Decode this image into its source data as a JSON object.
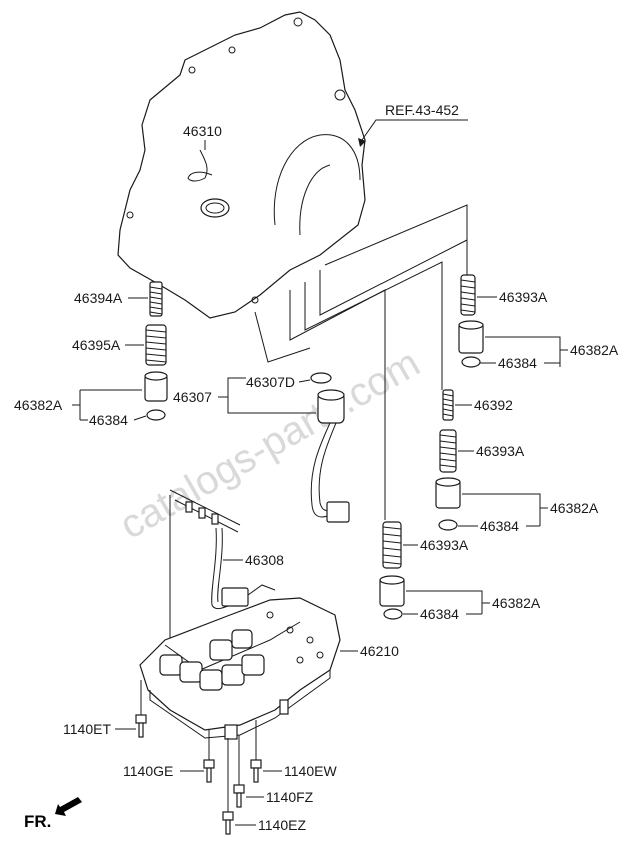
{
  "watermark": "catalogs-parts.com",
  "direction_label": "FR.",
  "ref_label": "REF.43-452",
  "labels": {
    "p46310": "46310",
    "p46394A": "46394A",
    "p46395A": "46395A",
    "p46382A_left": "46382A",
    "p46384_left": "46384",
    "p46307": "46307",
    "p46307D": "46307D",
    "p46308": "46308",
    "p46210": "46210",
    "p46393A_1": "46393A",
    "p46382A_r1": "46382A",
    "p46384_r1": "46384",
    "p46392": "46392",
    "p46393A_2": "46393A",
    "p46382A_r2": "46382A",
    "p46384_r2": "46384",
    "p46393A_3": "46393A",
    "p46382A_r3": "46382A",
    "p46384_r3": "46384",
    "p1140ET": "1140ET",
    "p1140GE": "1140GE",
    "p1140EW": "1140EW",
    "p1140FZ": "1140FZ",
    "p1140EZ": "1140EZ"
  }
}
